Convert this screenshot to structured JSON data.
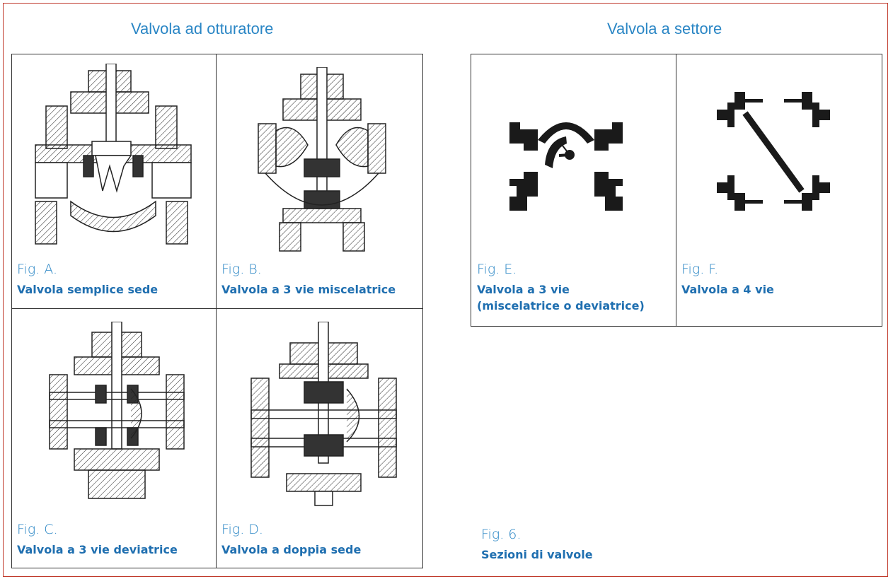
{
  "headings": {
    "left": "Valvola ad otturatore",
    "right": "Valvola a settore"
  },
  "figures": [
    {
      "num": "Fig. A.",
      "caption": "Valvola semplice sede",
      "icon": "single-seat-globe-valve-section"
    },
    {
      "num": "Fig. B.",
      "caption": "Valvola a 3 vie miscelatrice",
      "icon": "three-way-mixing-valve-section"
    },
    {
      "num": "Fig. C.",
      "caption": "Valvola a 3 vie deviatrice",
      "icon": "three-way-diverting-valve-section"
    },
    {
      "num": "Fig. D.",
      "caption": "Valvola a doppia sede",
      "icon": "double-seat-valve-section"
    },
    {
      "num": "Fig. E.",
      "caption_line1": "Valvola a 3 vie",
      "caption_line2": "(miscelatrice o deviatrice)",
      "icon": "three-way-sector-valve-symbol"
    },
    {
      "num": "Fig. F.",
      "caption": "Valvola a 4 vie",
      "icon": "four-way-sector-valve-symbol"
    }
  ],
  "footer": {
    "num": "Fig. 6.",
    "caption": "Sezioni di valvole"
  },
  "colors": {
    "frame": "#c0392b",
    "heading": "#2a86c5",
    "caption": "#1f6fb0"
  }
}
